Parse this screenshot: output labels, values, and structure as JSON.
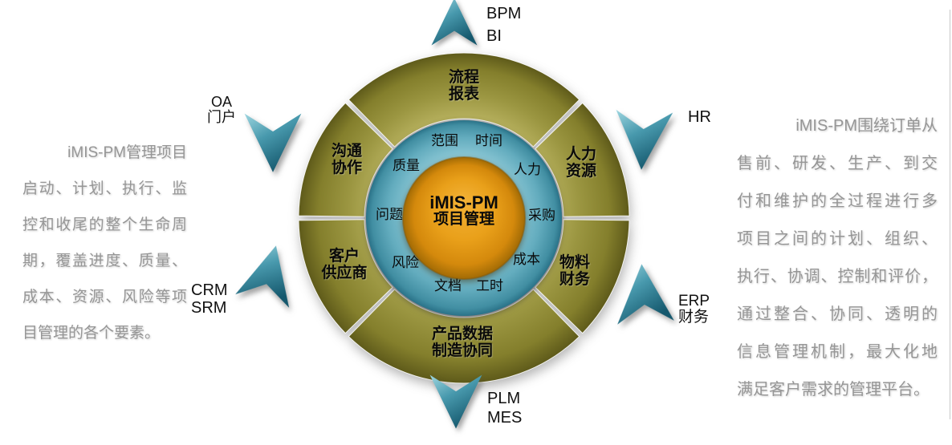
{
  "left_text": {
    "lines": [
      "iMIS-PM管理项目",
      "启动、计划、执行、监",
      "控和收尾的整个生命周",
      "期，覆盖进度、质量、",
      "成本、资源、风险等项",
      "目管理的各个要素。"
    ]
  },
  "right_text": {
    "lines": [
      "iMIS-PM围绕订单从",
      "售前、研发、生产、到交",
      "付和维护的全过程进行多",
      "项目之间的计划、组织、",
      "执行、协调、控制和评价，",
      "通过整合、协同、透明的",
      "信息管理机制，最大化地",
      "满足客户需求的管理平台。"
    ]
  },
  "arrows": {
    "bpm": {
      "line1": "BPM",
      "line2": "BI"
    },
    "oa": {
      "line1": "OA",
      "line2": "门户"
    },
    "hr": {
      "line1": "HR"
    },
    "erp": {
      "line1": "ERP",
      "line2": "财务"
    },
    "plm": {
      "line1": "PLM",
      "line2": "MES"
    },
    "crm": {
      "line1": "CRM",
      "line2": "SRM"
    }
  },
  "wheel": {
    "center": {
      "line1": "iMIS-PM",
      "line2": "项目管理"
    },
    "inner": {
      "fanwei": "范围",
      "shijian": "时间",
      "zhiliang": "质量",
      "renli": "人力",
      "wenti": "问题",
      "caigou": "采购",
      "fengxian": "风险",
      "chengben": "成本",
      "wendang": "文档",
      "gongshi": "工时"
    },
    "outer": {
      "process": {
        "line1": "流程",
        "line2": "报表"
      },
      "hr": {
        "line1": "人力",
        "line2": "资源"
      },
      "material": {
        "line1": "物料",
        "line2": "财务"
      },
      "product": {
        "line1": "产品数据",
        "line2": "制造协同"
      },
      "customer": {
        "line1": "客户",
        "line2": "供应商"
      },
      "comm": {
        "line1": "沟通",
        "line2": "协作"
      }
    },
    "colors": {
      "olive_ring": "#8f8b33",
      "teal_ring": "#5aa5b8",
      "orange_center": "#e79f15",
      "arrow_teal": "#3f8fa4",
      "label_text": "#0a0a0a",
      "side_text": "#969696"
    }
  }
}
